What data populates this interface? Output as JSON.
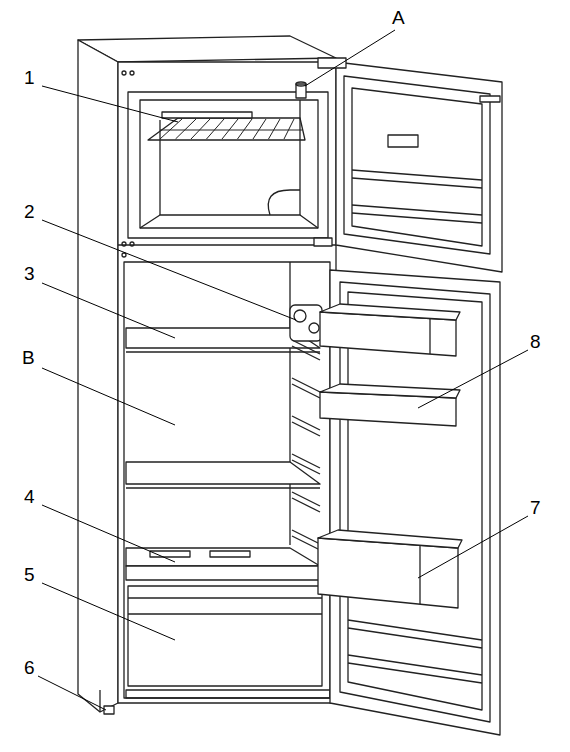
{
  "diagram": {
    "labels": [
      "A",
      "1",
      "2",
      "3",
      "B",
      "8",
      "4",
      "7",
      "5",
      "6"
    ]
  }
}
